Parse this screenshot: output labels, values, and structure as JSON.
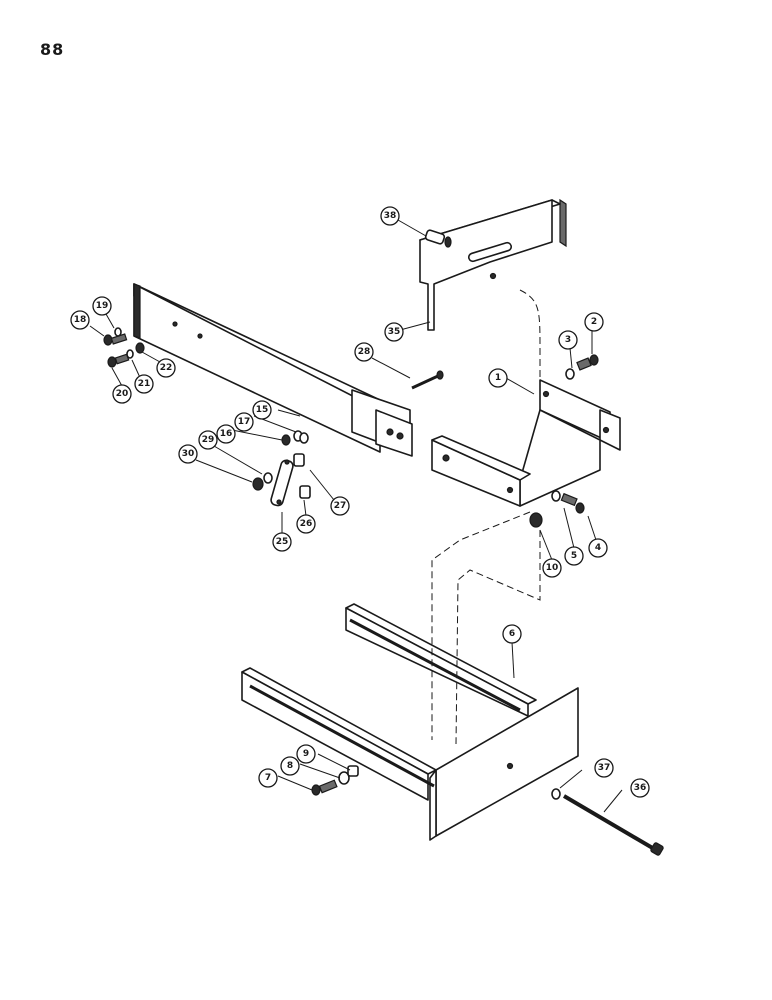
{
  "page_number": "88",
  "callouts": [
    "1",
    "2",
    "3",
    "4",
    "5",
    "6",
    "7",
    "8",
    "9",
    "10",
    "15",
    "16",
    "17",
    "18",
    "19",
    "20",
    "21",
    "22",
    "25",
    "26",
    "27",
    "28",
    "29",
    "30",
    "35",
    "36",
    "37",
    "38"
  ]
}
